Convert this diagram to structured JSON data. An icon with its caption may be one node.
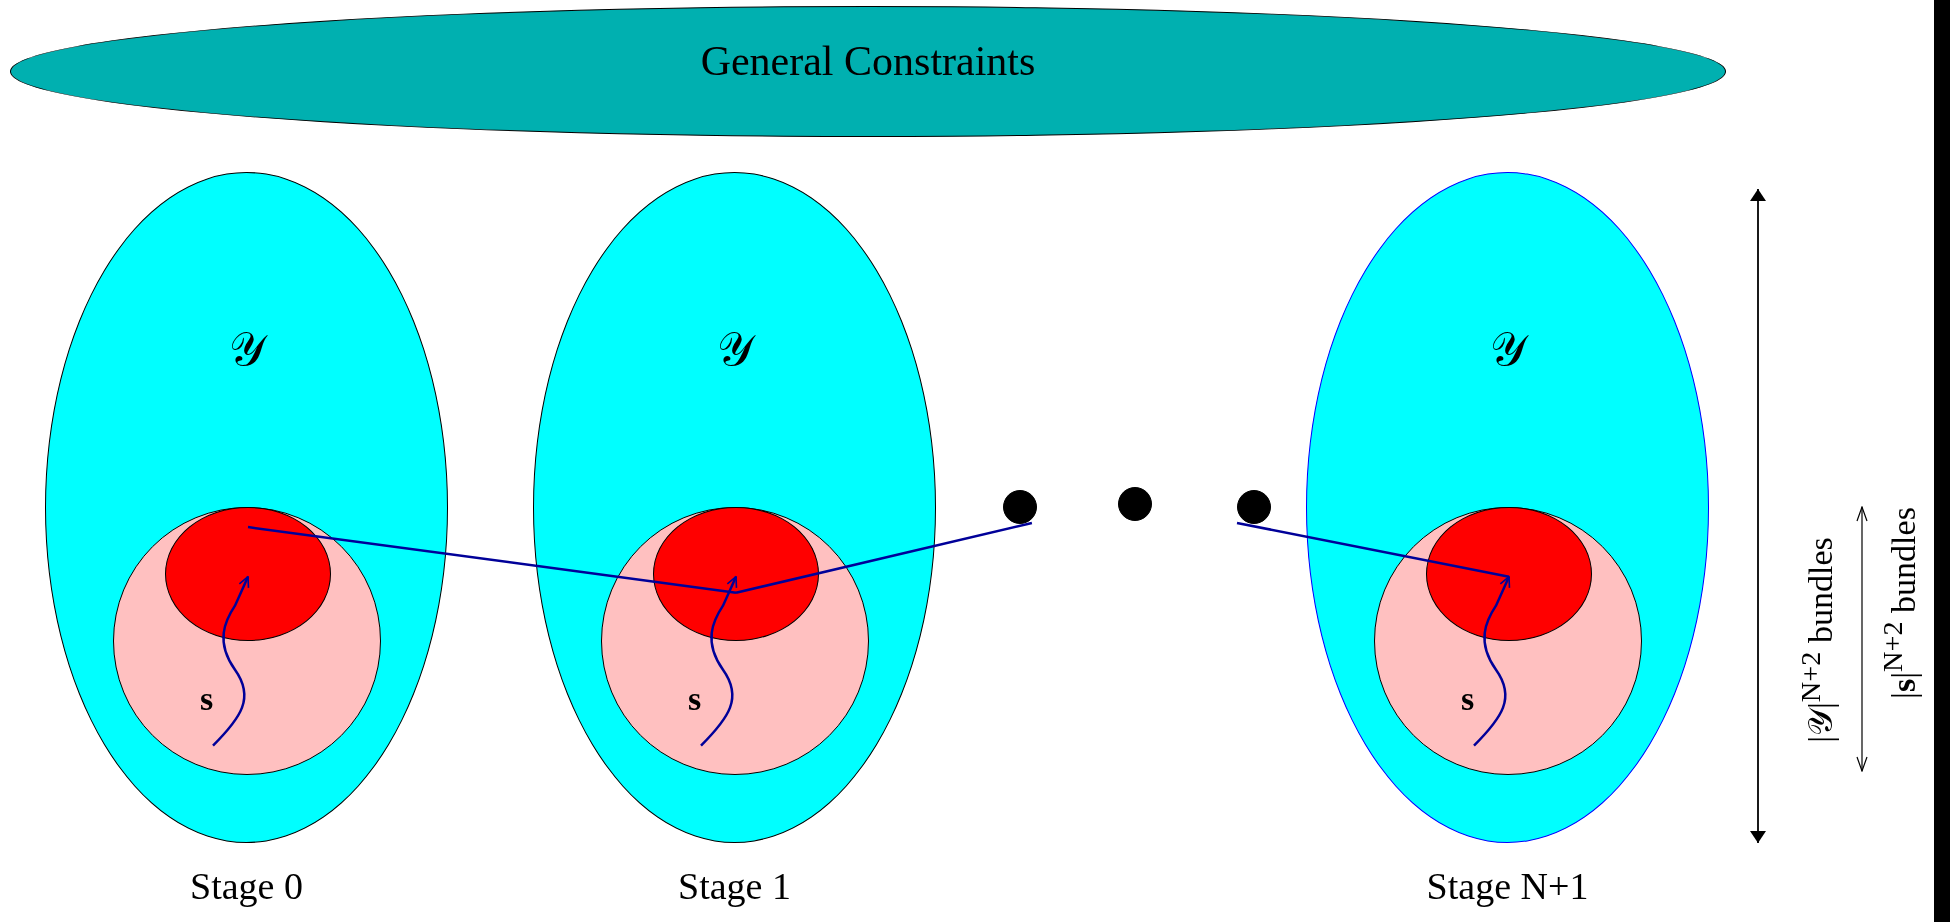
{
  "diagram": {
    "nodes": [
      {
        "text": [
          "General  Constraints"
        ]
      },
      {
        "text": [
          "𝒴"
        ],
        "beside": [
          "Stage 0"
        ]
      },
      {
        "text": [
          "s"
        ],
        "in": 1
      },
      {
        "text": [],
        "shape": "ellipse",
        "in": 2
      },
      {
        "text": [
          "𝒴"
        ],
        "beside": [
          "Stage 1"
        ]
      },
      {
        "text": [
          "s"
        ],
        "in": 4
      },
      {
        "text": [],
        "shape": "ellipse",
        "in": 5
      },
      {
        "text": [],
        "shape": "circle"
      },
      {
        "text": [],
        "shape": "circle"
      },
      {
        "text": [],
        "shape": "circle"
      },
      {
        "text": [
          "𝒴"
        ],
        "beside": [
          "Stage N+1"
        ]
      },
      {
        "text": [
          "s"
        ],
        "in": 10
      },
      {
        "text": [],
        "shape": "ellipse",
        "in": 11
      },
      {
        "text": [],
        "shape": "bar"
      }
    ],
    "edges": [
      {
        "from": null,
        "to": 3,
        "arrow": "to"
      },
      {
        "from": null,
        "to": 6,
        "arrow": "to"
      },
      {
        "from": null,
        "to": 12,
        "arrow": "to"
      },
      {
        "from": 3,
        "to": 6,
        "arrow": "none"
      },
      {
        "from": 6,
        "to": 7,
        "arrow": "none"
      },
      {
        "from": 9,
        "to": 12,
        "arrow": "none"
      }
    ],
    "labels": [
      "|𝒴|$^{N+2}$ bundles",
      "|**s**|$^{N+2}$ bundles"
    ]
  }
}
